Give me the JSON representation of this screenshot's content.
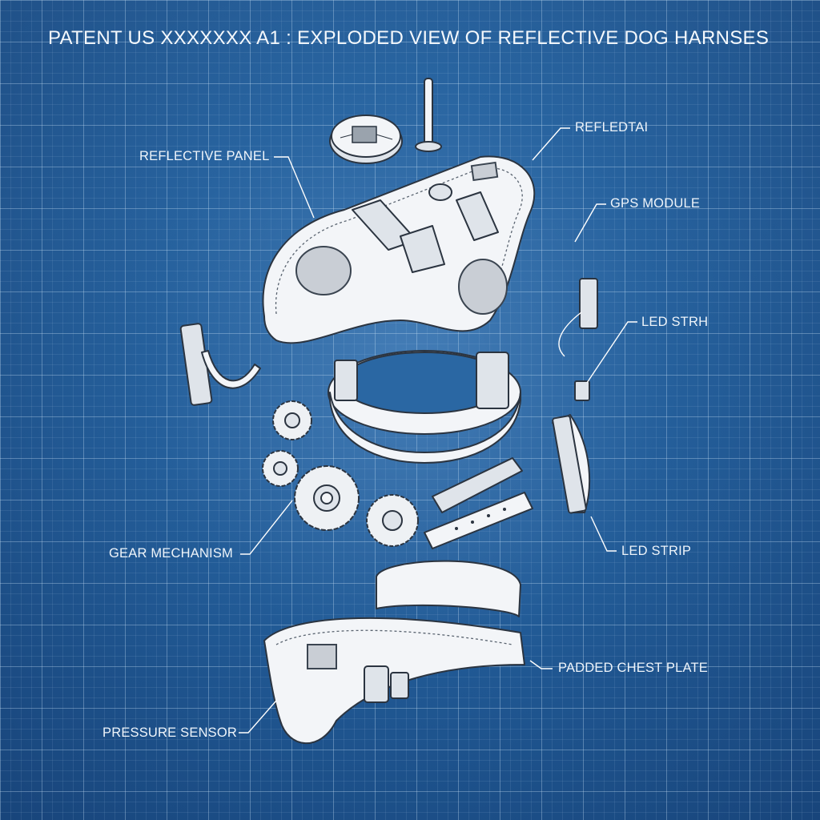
{
  "title": "PATENT US XXXXXXX A1 : EXPLODED VIEW OF REFLECTIVE DOG HARNSES",
  "labels": {
    "reflective_panel": "REFLECTIVE PANEL",
    "refledtai": "REFLEDTAI",
    "gps_module": "GPS MODULE",
    "led_strh": "LED STRH",
    "gear_mechanism": "GEAR MECHANISM",
    "led_strip": "LED STRIP",
    "padded_chest_plate": "PADDED CHEST PLATE",
    "pressure_sensor": "PRESSURE SENSOR"
  },
  "colors": {
    "background": "#2a67a3",
    "grid": "#c8e1f5",
    "linework": "#ffffff",
    "parts": "#f3f5f8"
  }
}
